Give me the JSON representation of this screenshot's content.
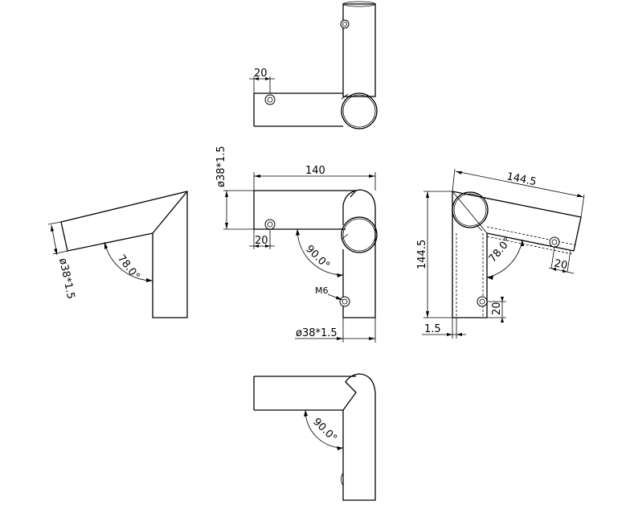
{
  "dimensions": {
    "top_offset": "20",
    "front_dia": "ø38*1.5",
    "front_length": "140",
    "front_offset": "20",
    "front_angle": "90.0°",
    "front_bolt": "M6",
    "front_bottom_dia": "ø38*1.5",
    "left_angle": "78.0°",
    "left_dia": "ø38*1.5",
    "right_length": "144.5",
    "right_height": "144.5",
    "right_angle": "78.0°",
    "right_offset_arm": "20",
    "right_offset_bolt": "20",
    "right_wall": "1.5",
    "bottom_angle": "90.0°"
  }
}
